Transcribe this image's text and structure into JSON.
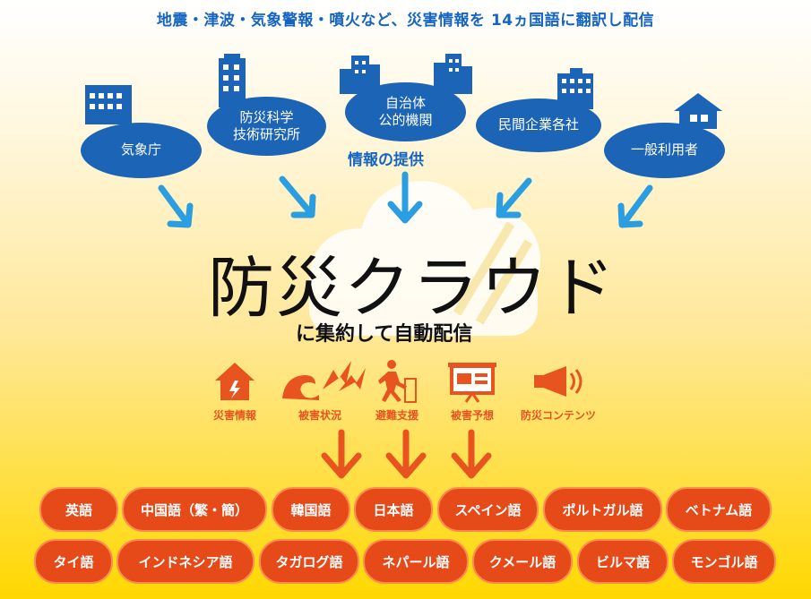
{
  "headline": "地震・津波・気象警報・噴火など、災害情報を 14ヵ国語に翻訳し配信",
  "providers": [
    {
      "label": "気象庁",
      "icon": "building-icon"
    },
    {
      "label": "防災科学\n技術研究所",
      "icon": "tower-icon"
    },
    {
      "label": "自治体\n公的機関",
      "icon": "city-icon"
    },
    {
      "label": "民間企業各社",
      "icon": "office-icon"
    },
    {
      "label": "一般利用者",
      "icon": "house-icon"
    }
  ],
  "provide_label": "情報の提供",
  "cloud": {
    "title": "防災クラウド",
    "subtitle": "に集約して自動配信"
  },
  "categories": [
    {
      "label": "災害情報",
      "icon": "house-alert-icon"
    },
    {
      "label": "被害状況",
      "icon": "wave-lightning-icon"
    },
    {
      "label": "避難支援",
      "icon": "running-exit-icon"
    },
    {
      "label": "被害予想",
      "icon": "presentation-board-icon"
    },
    {
      "label": "防災コンテンツ",
      "icon": "megaphone-icon"
    }
  ],
  "languages_row1": [
    "英語",
    "中国語（繁・簡）",
    "韓国語",
    "日本語",
    "スペイン語",
    "ポルトガル語",
    "ベトナム語"
  ],
  "languages_row2": [
    "タイ語",
    "インドネシア語",
    "タガログ語",
    "ネパール語",
    "クメール語",
    "ビルマ語",
    "モンゴル語"
  ],
  "colors": {
    "provider_blue": "#1c64b5",
    "arrow_blue": "#2a9ee0",
    "category_orange": "#e8541f",
    "pill_orange": "#e64a19"
  }
}
